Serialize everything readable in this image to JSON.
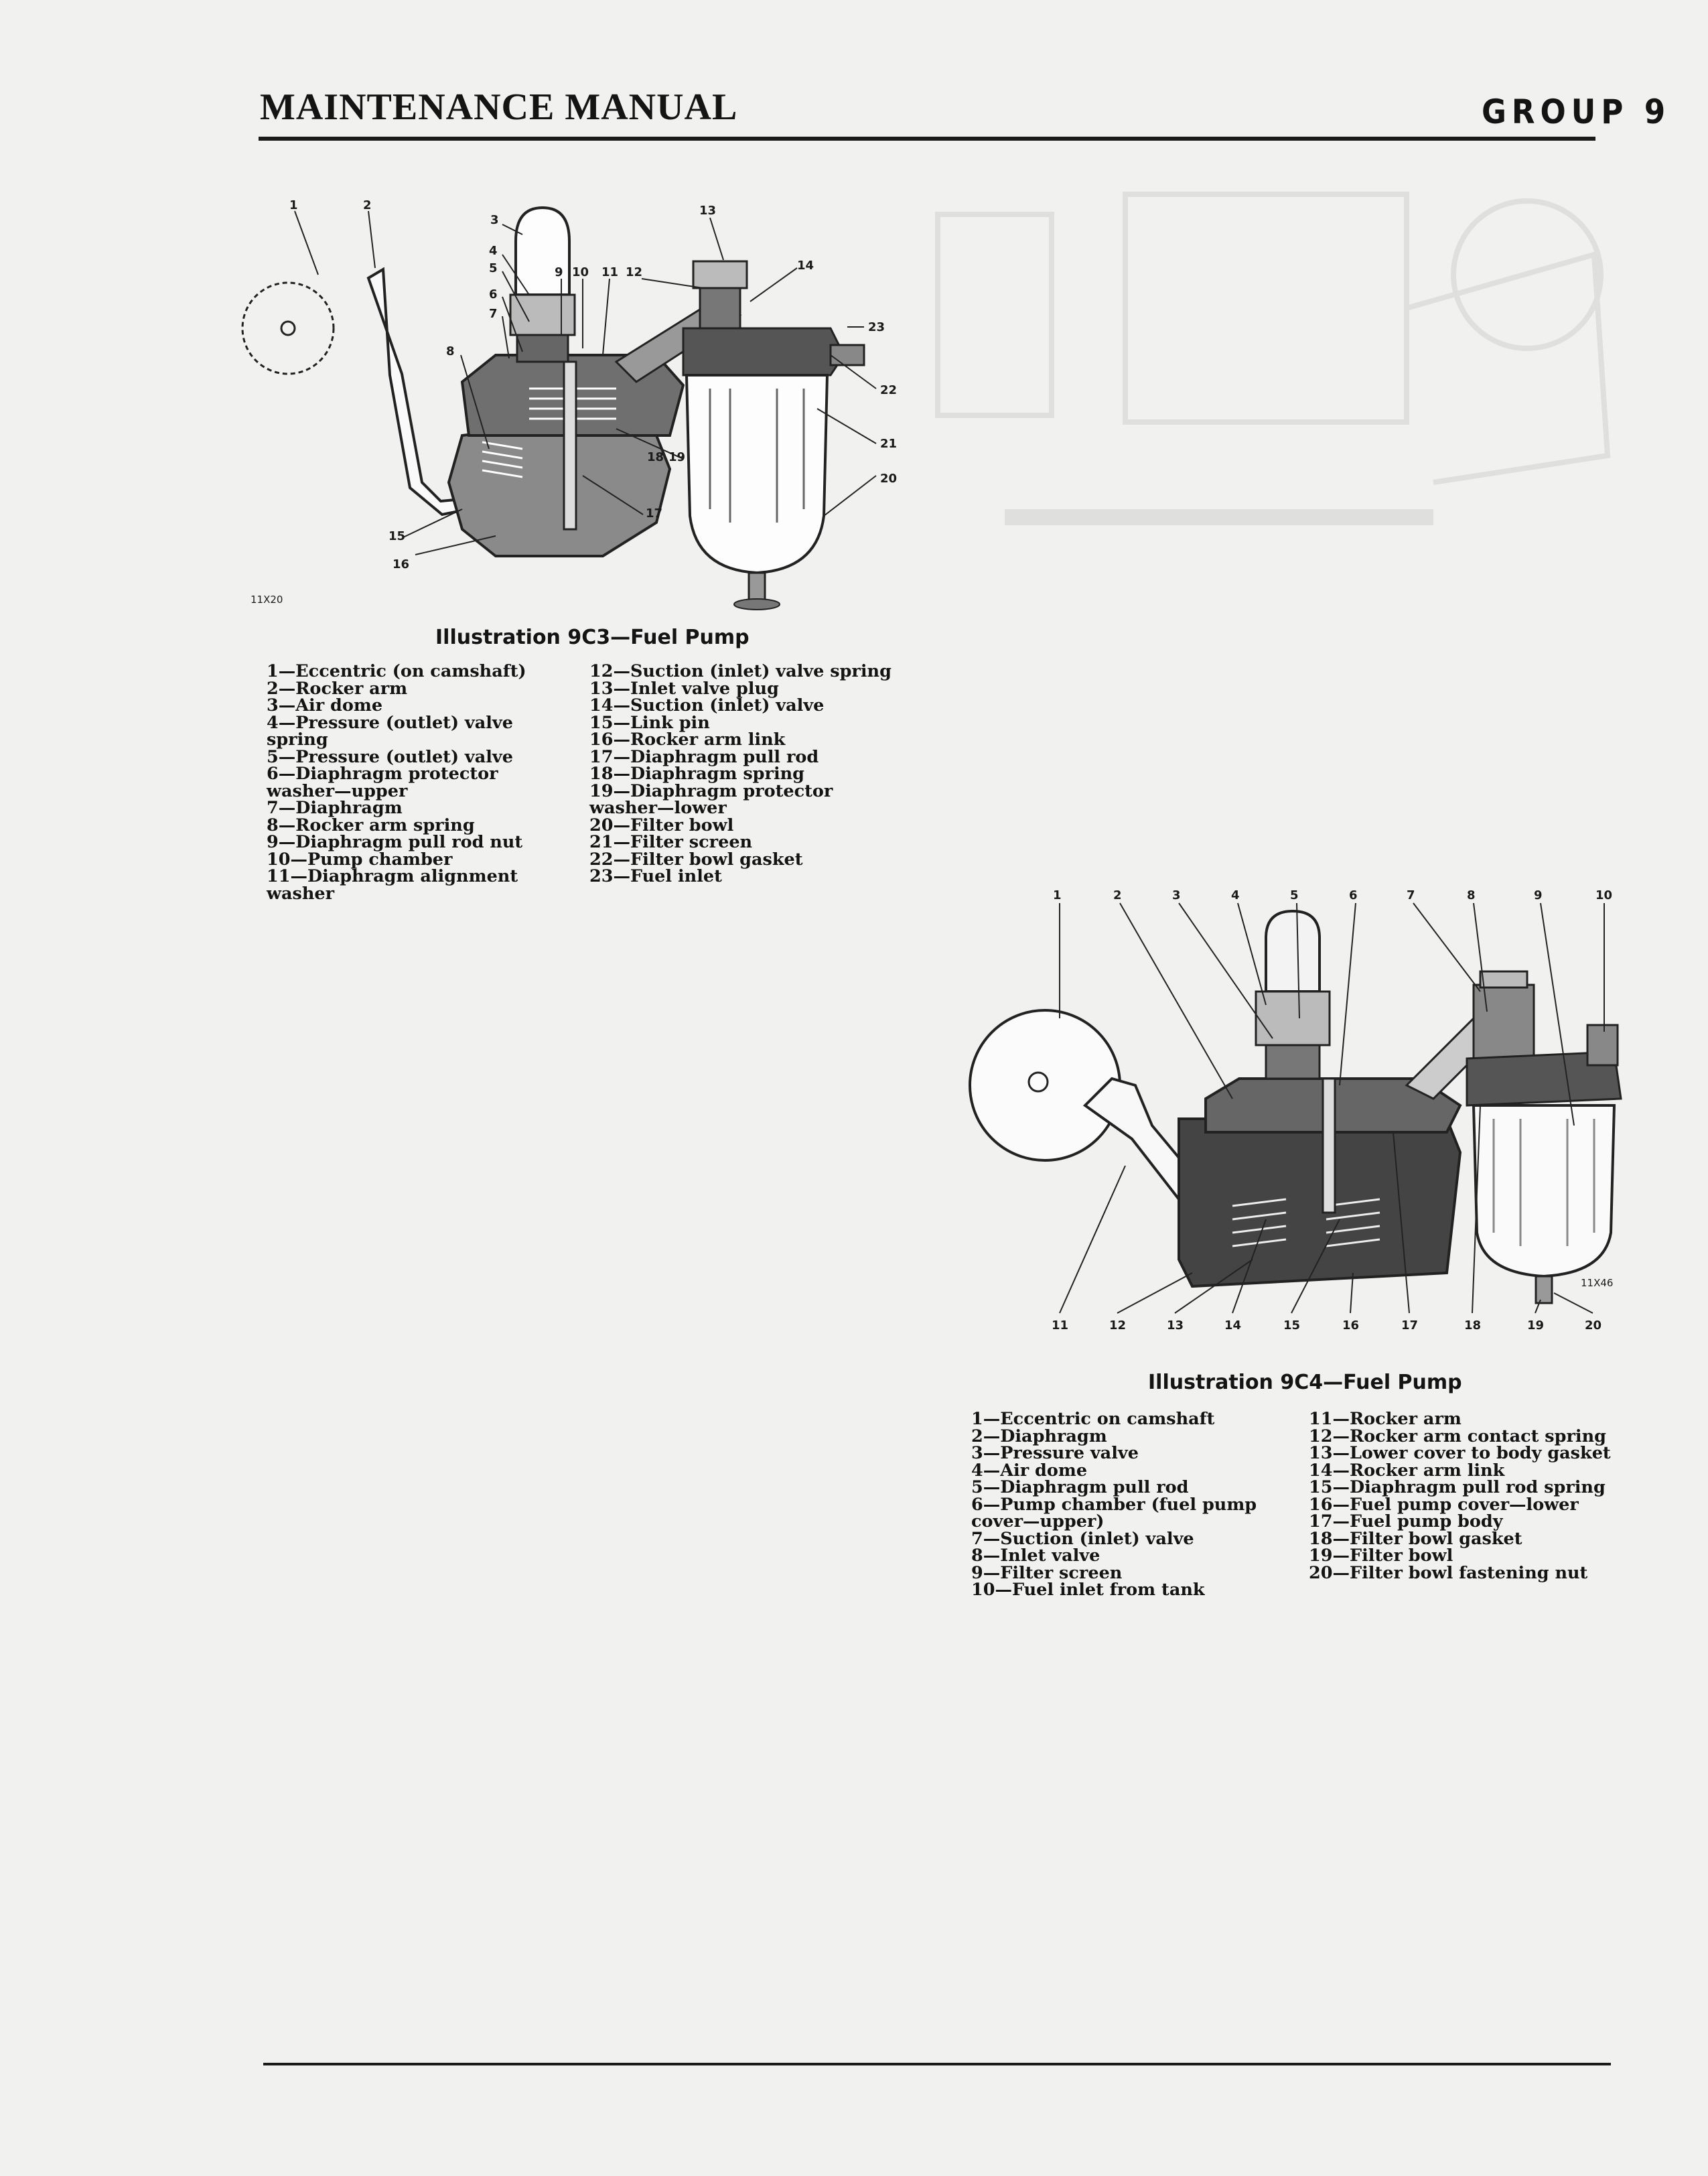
{
  "header": {
    "title": "MAINTENANCE MANUAL",
    "group": "GROUP 9"
  },
  "fig_9c3": {
    "caption": "Illustration 9C3—Fuel Pump",
    "code": "11X20",
    "callouts": [
      "1",
      "2",
      "3",
      "4",
      "5",
      "6",
      "7",
      "8",
      "9",
      "10",
      "11",
      "12",
      "13",
      "14",
      "15",
      "16",
      "17",
      "18",
      "19",
      "20",
      "21",
      "22",
      "23"
    ],
    "legend_left": [
      "1—Eccentric (on camshaft)",
      "2—Rocker arm",
      "3—Air dome",
      "4—Pressure (outlet) valve spring",
      "5—Pressure (outlet) valve",
      "6—Diaphragm protector washer—upper",
      "7—Diaphragm",
      "8—Rocker arm spring",
      "9—Diaphragm pull rod nut",
      "10—Pump chamber",
      "11—Diaphragm alignment washer"
    ],
    "legend_right": [
      "12—Suction (inlet) valve spring",
      "13—Inlet valve plug",
      "14—Suction (inlet) valve",
      "15—Link pin",
      "16—Rocker arm link",
      "17—Diaphragm pull rod",
      "18—Diaphragm spring",
      "19—Diaphragm protector washer—lower",
      "20—Filter bowl",
      "21—Filter screen",
      "22—Filter bowl gasket",
      "23—Fuel inlet"
    ]
  },
  "fig_9c4": {
    "caption": "Illustration 9C4—Fuel Pump",
    "code": "11X46",
    "callouts_top": [
      "1",
      "2",
      "3",
      "4",
      "5",
      "6",
      "7",
      "8",
      "9",
      "10"
    ],
    "callouts_bottom": [
      "11",
      "12",
      "13",
      "14",
      "15",
      "16",
      "17",
      "18",
      "19",
      "20"
    ],
    "legend_left": [
      "1—Eccentric on camshaft",
      "2—Diaphragm",
      "3—Pressure valve",
      "4—Air dome",
      "5—Diaphragm pull rod",
      "6—Pump chamber (fuel pump cover—upper)",
      "7—Suction (inlet) valve",
      "8—Inlet valve",
      "9—Filter screen",
      "10—Fuel inlet from tank"
    ],
    "legend_right": [
      "11—Rocker arm",
      "12—Rocker arm contact spring",
      "13—Lower cover to body gasket",
      "14—Rocker arm link",
      "15—Diaphragm pull rod spring",
      "16—Fuel pump cover—lower",
      "17—Fuel pump body",
      "18—Filter bowl gasket",
      "19—Filter bowl",
      "20—Filter bowl fastening nut"
    ]
  }
}
